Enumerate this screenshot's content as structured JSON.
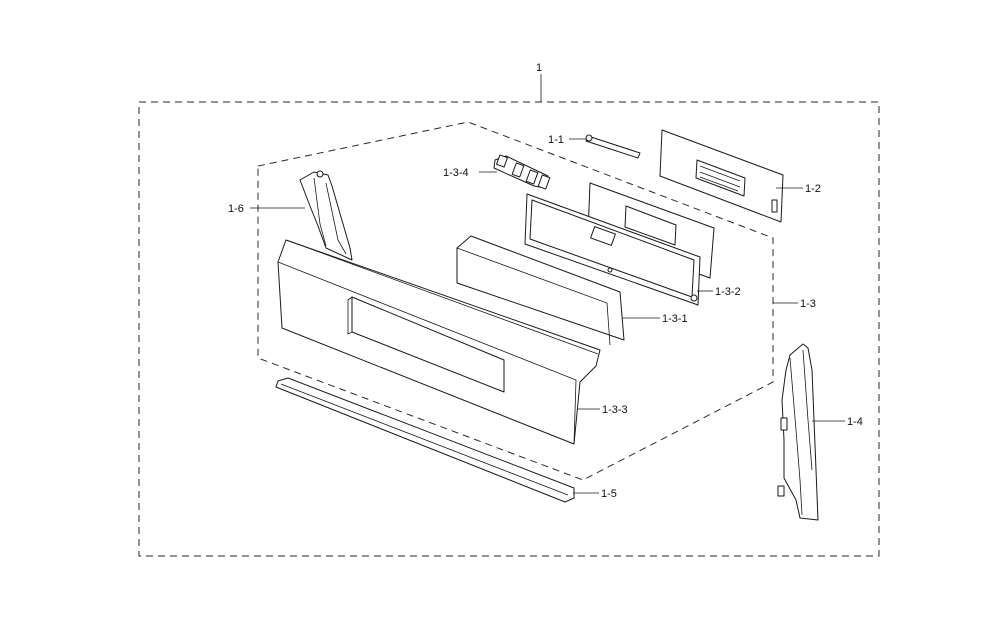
{
  "diagram": {
    "labels": {
      "assembly": "1",
      "part_1_1": "1-1",
      "part_1_2": "1-2",
      "part_1_3": "1-3",
      "part_1_3_1": "1-3-1",
      "part_1_3_2": "1-3-2",
      "part_1_3_3": "1-3-3",
      "part_1_3_4": "1-3-4",
      "part_1_4": "1-4",
      "part_1_5": "1-5",
      "part_1_6": "1-6"
    }
  }
}
